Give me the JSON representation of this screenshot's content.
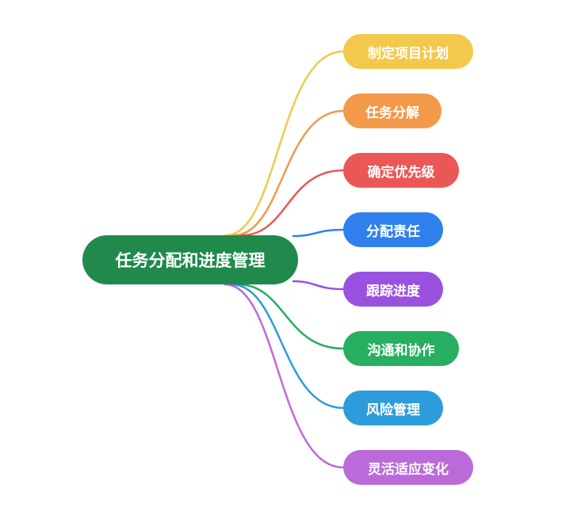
{
  "mindmap": {
    "root": {
      "label": "任务分配和进度管理",
      "color": "#1f8a4c"
    },
    "branches": [
      {
        "label": "制定项目计划",
        "color": "#f2c94c"
      },
      {
        "label": "任务分解",
        "color": "#f2994a"
      },
      {
        "label": "确定优先级",
        "color": "#eb5757"
      },
      {
        "label": "分配责任",
        "color": "#2f80ed"
      },
      {
        "label": "跟踪进度",
        "color": "#9b51e0"
      },
      {
        "label": "沟通和协作",
        "color": "#27ae60"
      },
      {
        "label": "风险管理",
        "color": "#2d9cdb"
      },
      {
        "label": "灵活适应变化",
        "color": "#bb6bd9"
      }
    ]
  }
}
